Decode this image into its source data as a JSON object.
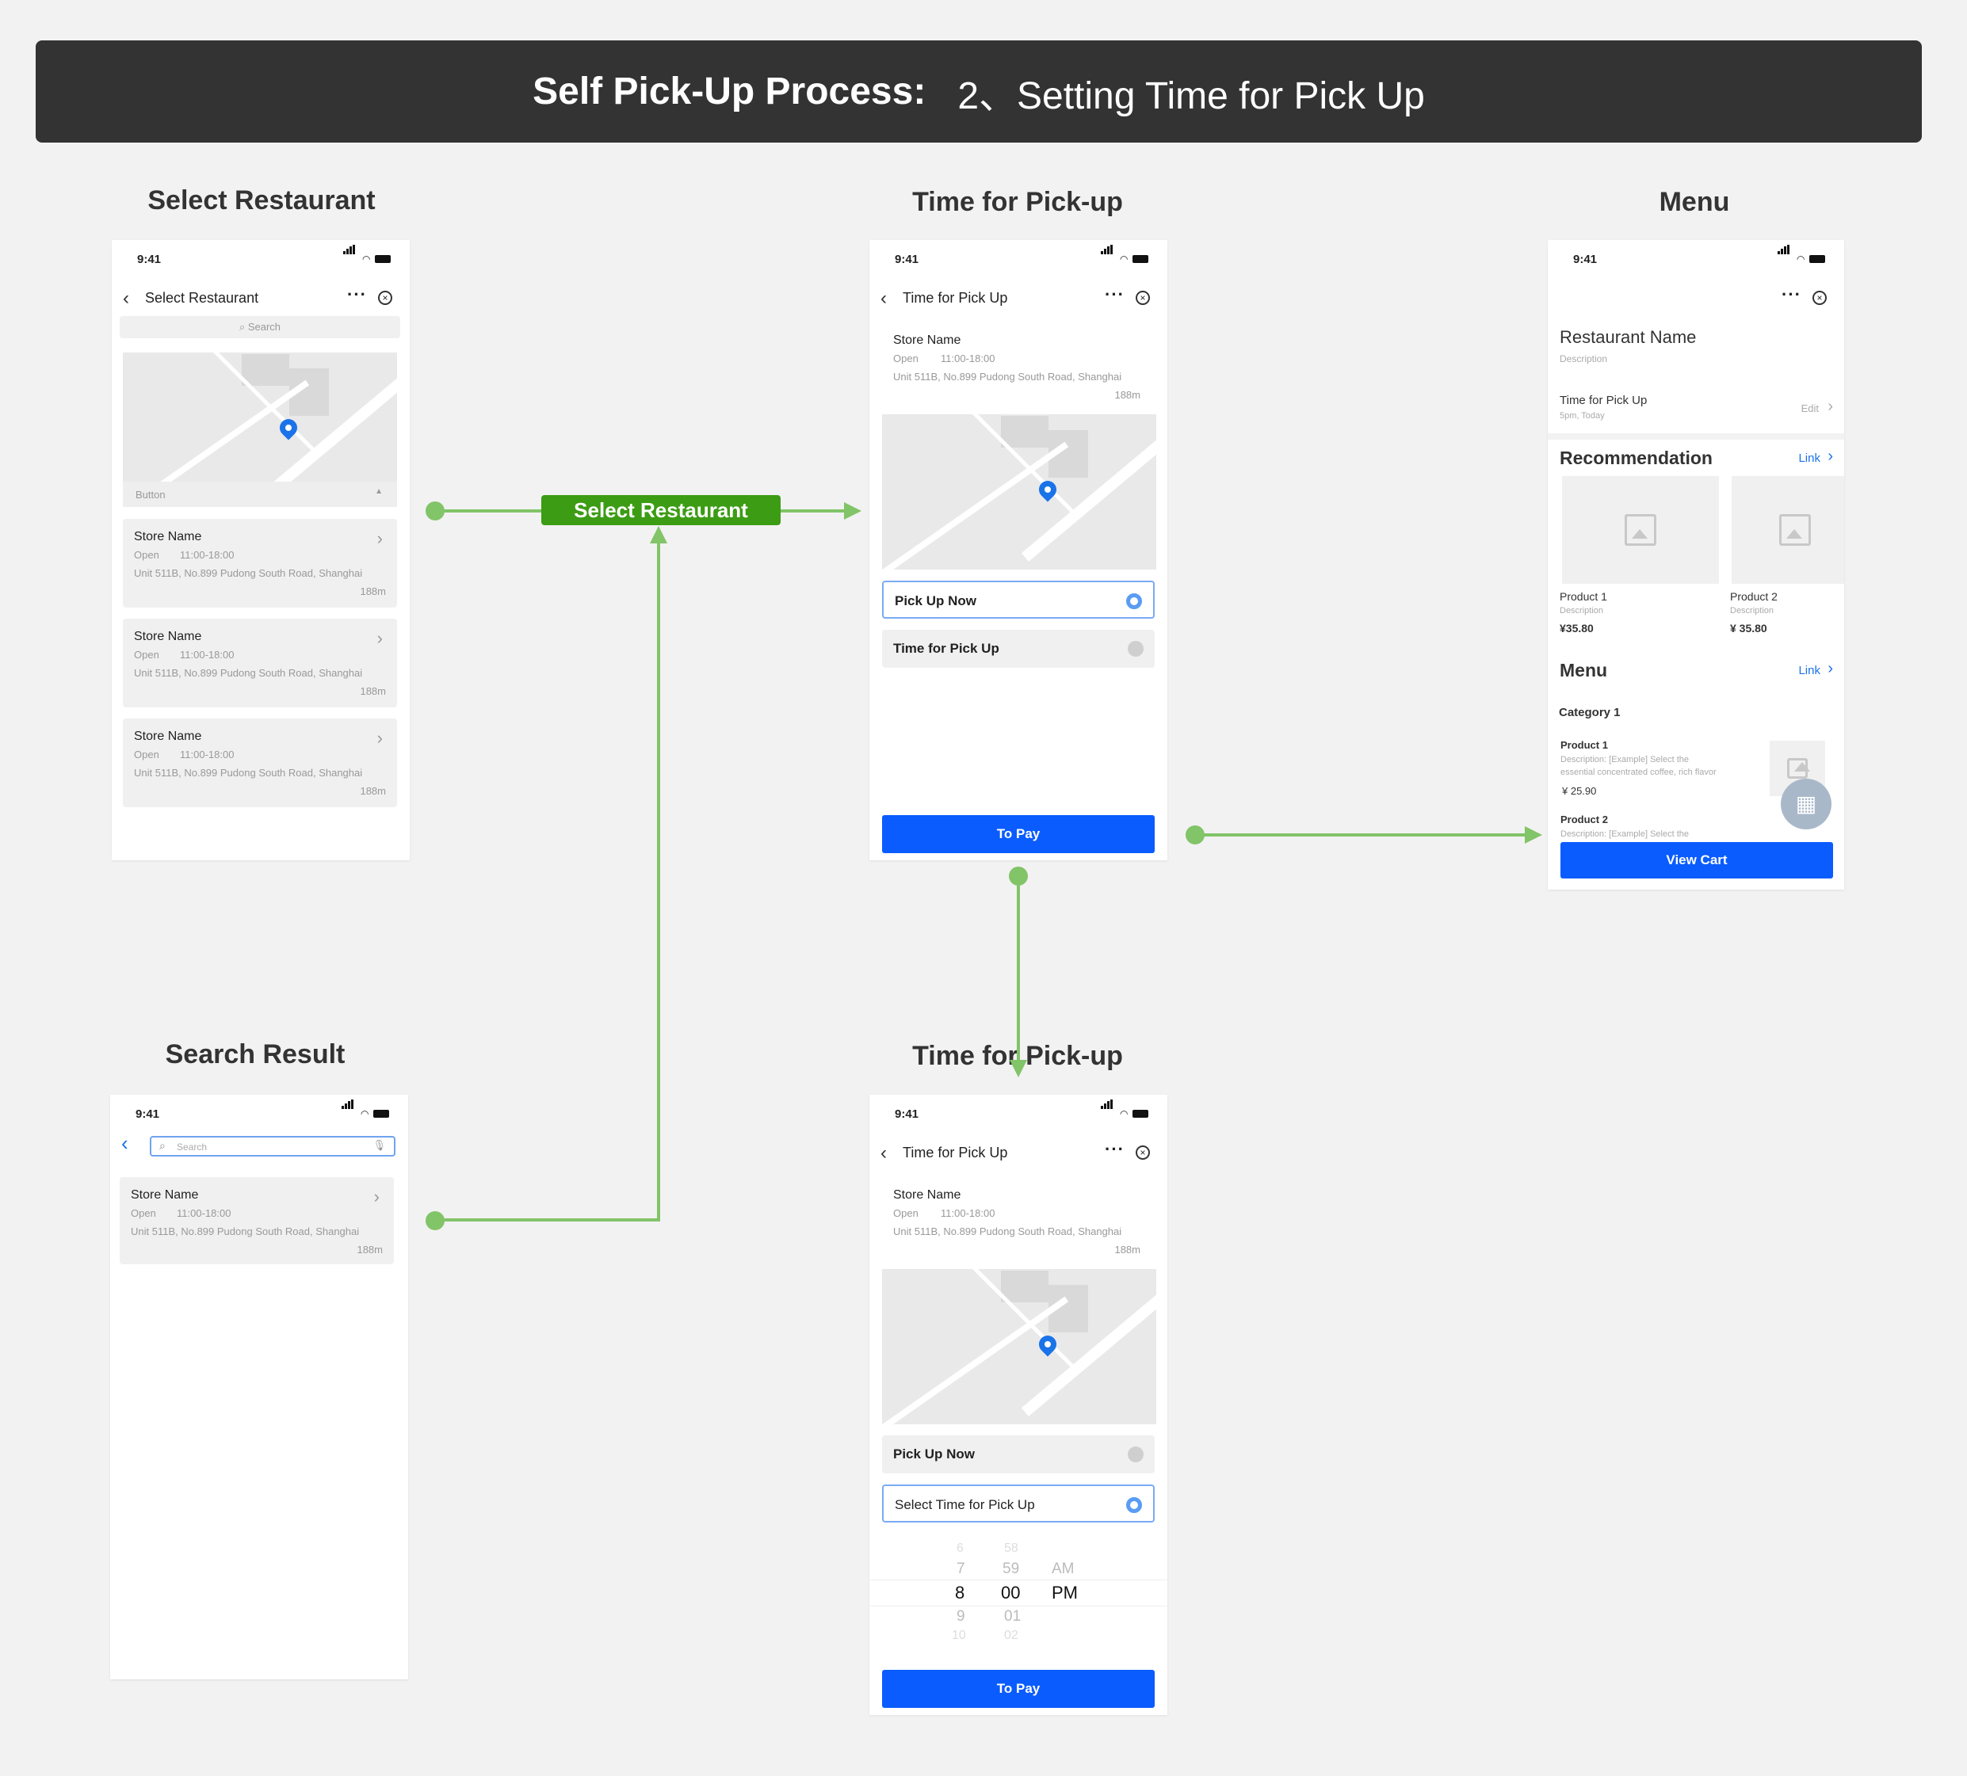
{
  "header": {
    "title_bold": "Self Pick-Up Process:",
    "title_rest": "2、Setting Time for Pick Up"
  },
  "section_titles": {
    "select_restaurant": "Select Restaurant",
    "time_pickup_1": "Time for Pick-up",
    "menu": "Menu",
    "search_result": "Search Result",
    "time_pickup_2": "Time for Pick-up"
  },
  "flow_button": "Select Restaurant",
  "status_time": "9:41",
  "store": {
    "name": "Store Name",
    "open": "Open",
    "hours": "11:00-18:00",
    "address": "Unit 511B, No.899 Pudong South Road, Shanghai",
    "distance": "188m"
  },
  "screen_select": {
    "nav_title": "Select Restaurant",
    "search_placeholder": "Search",
    "map_button": "Button"
  },
  "screen_search": {
    "search_placeholder": "Search"
  },
  "screen_time1": {
    "nav_title": "Time for Pick Up",
    "opt_now": "Pick Up Now",
    "opt_time": "Time for Pick Up",
    "pay": "To Pay"
  },
  "screen_time2": {
    "nav_title": "Time for Pick Up",
    "opt_now": "Pick Up Now",
    "opt_time": "Select Time for Pick Up",
    "pay": "To Pay",
    "picker": {
      "hours": [
        "6",
        "7",
        "8",
        "9",
        "10"
      ],
      "minutes": [
        "58",
        "59",
        "00",
        "01",
        "02"
      ],
      "ampm": [
        "AM",
        "PM"
      ]
    }
  },
  "screen_menu": {
    "restaurant_name": "Restaurant Name",
    "description": "Description",
    "time_label": "Time for Pick Up",
    "time_value": "5pm, Today",
    "edit": "Edit",
    "recommendation": "Recommendation",
    "link": "Link",
    "products": [
      {
        "name": "Product 1",
        "desc": "Description",
        "price": "¥35.80"
      },
      {
        "name": "Product 2",
        "desc": "Description",
        "price": "¥ 35.80"
      }
    ],
    "menu_title": "Menu",
    "category": "Category 1",
    "menu_items": [
      {
        "name": "Product 1",
        "desc1": "Description: [Example] Select the",
        "desc2": "essential concentrated coffee, rich flavor",
        "price": "¥ 25.90"
      },
      {
        "name": "Product 2",
        "desc1": "Description: [Example] Select the"
      }
    ],
    "view_cart": "View Cart"
  },
  "colors": {
    "accent_blue": "#0a5cff",
    "flow_green": "#82c468",
    "button_green": "#3c9c14",
    "banner": "#333333"
  }
}
